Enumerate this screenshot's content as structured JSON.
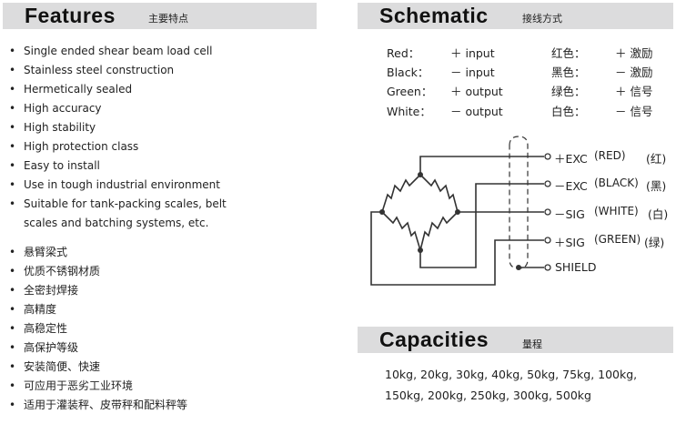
{
  "features": {
    "title": "Features",
    "subtitle": "主要特点",
    "en": [
      "Single ended shear beam load cell",
      "Stainless steel construction",
      "Hermetically sealed",
      "High accuracy",
      "High stability",
      "High protection class",
      "Easy to install",
      "Use in tough industrial environment",
      "Suitable for tank-packing scales, belt",
      "scales and batching systems, etc."
    ],
    "cn": [
      "悬臂梁式",
      "优质不锈钢材质",
      "全密封焊接",
      "高精度",
      "高稳定性",
      "高保护等级",
      "安装简便、快速",
      "可应用于恶劣工业环境",
      "适用于灌装秤、皮带秤和配料秤等"
    ]
  },
  "schematic": {
    "title": "Schematic",
    "subtitle": "接线方式",
    "colors": [
      {
        "en": "Red：",
        "sig": "＋ input",
        "cn": "红色：",
        "cnsig": "＋ 激励"
      },
      {
        "en": "Black：",
        "sig": "－ input",
        "cn": "黑色：",
        "cnsig": "－ 激励"
      },
      {
        "en": "Green：",
        "sig": "＋ output",
        "cn": "绿色：",
        "cnsig": "＋ 信号"
      },
      {
        "en": "White：",
        "sig": "－ output",
        "cn": "白色：",
        "cnsig": "－ 信号"
      }
    ],
    "terminals": [
      {
        "sig": "＋EXC",
        "color": "(RED)",
        "cn": "(红)"
      },
      {
        "sig": "－EXC",
        "color": "(BLACK)",
        "cn": "(黑)"
      },
      {
        "sig": "－SIG",
        "color": "(WHITE)",
        "cn": "(白)"
      },
      {
        "sig": "＋SIG",
        "color": "(GREEN)",
        "cn": "(绿)"
      },
      {
        "sig": "SHIELD",
        "color": "",
        "cn": ""
      }
    ]
  },
  "capacities": {
    "title": "Capacities",
    "subtitle": "量程",
    "text": "10kg, 20kg, 30kg, 40kg, 50kg, 75kg, 100kg, 150kg, 200kg, 250kg, 300kg, 500kg"
  }
}
